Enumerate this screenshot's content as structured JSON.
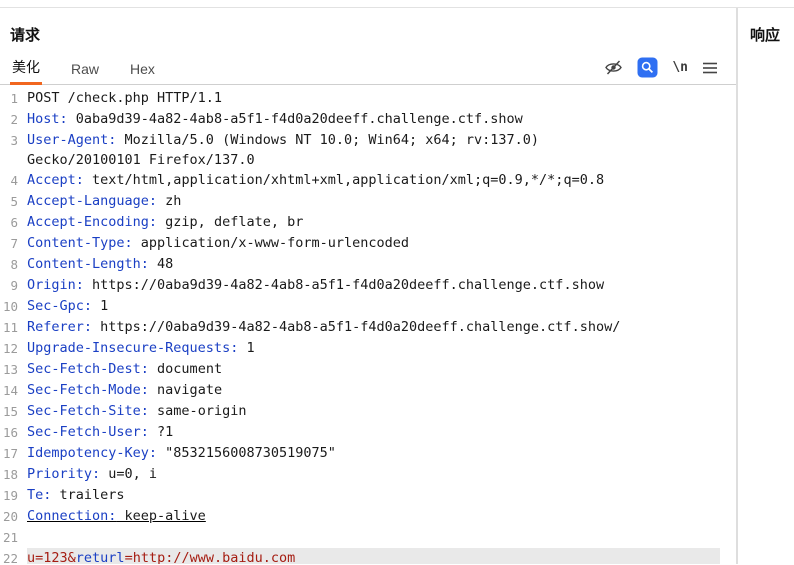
{
  "colors": {
    "accent_orange": "#f1661f",
    "header_name_blue": "#1a3fc4",
    "body_value_red": "#a51d12",
    "active_icon_blue": "#2f6ff2",
    "highlight_row_bg": "#e9e9e9"
  },
  "request": {
    "title": "请求"
  },
  "response": {
    "title": "响应"
  },
  "tabs": [
    {
      "label": "美化",
      "active": true
    },
    {
      "label": "Raw",
      "active": false
    },
    {
      "label": "Hex",
      "active": false
    }
  ],
  "toolbar": {
    "hide_icon": "eye-slash",
    "search_icon": "magnifier-in-blue-square",
    "newline_label": "\\n",
    "menu_icon": "hamburger"
  },
  "editor": {
    "lines": [
      {
        "num": "1",
        "segments": [
          {
            "c": "plain",
            "t": "POST /check.php HTTP/1.1"
          }
        ]
      },
      {
        "num": "2",
        "segments": [
          {
            "c": "name",
            "t": "Host:"
          },
          {
            "c": "plain",
            "t": " 0aba9d39-4a82-4ab8-a5f1-f4d0a20deeff.challenge.ctf.show"
          }
        ]
      },
      {
        "num": "3",
        "segments": [
          {
            "c": "name",
            "t": "User-Agent:"
          },
          {
            "c": "plain",
            "t": " Mozilla/5.0 (Windows NT 10.0; Win64; x64; rv:137.0)\nGecko/20100101 Firefox/137.0"
          }
        ]
      },
      {
        "num": "4",
        "segments": [
          {
            "c": "name",
            "t": "Accept:"
          },
          {
            "c": "plain",
            "t": " text/html,application/xhtml+xml,application/xml;q=0.9,*/*;q=0.8"
          }
        ]
      },
      {
        "num": "5",
        "segments": [
          {
            "c": "name",
            "t": "Accept-Language:"
          },
          {
            "c": "plain",
            "t": " zh"
          }
        ]
      },
      {
        "num": "6",
        "segments": [
          {
            "c": "name",
            "t": "Accept-Encoding:"
          },
          {
            "c": "plain",
            "t": " gzip, deflate, br"
          }
        ]
      },
      {
        "num": "7",
        "segments": [
          {
            "c": "name",
            "t": "Content-Type:"
          },
          {
            "c": "plain",
            "t": " application/x-www-form-urlencoded"
          }
        ]
      },
      {
        "num": "8",
        "segments": [
          {
            "c": "name",
            "t": "Content-Length:"
          },
          {
            "c": "plain",
            "t": " 48"
          }
        ]
      },
      {
        "num": "9",
        "segments": [
          {
            "c": "name",
            "t": "Origin:"
          },
          {
            "c": "plain",
            "t": " https://0aba9d39-4a82-4ab8-a5f1-f4d0a20deeff.challenge.ctf.show"
          }
        ]
      },
      {
        "num": "10",
        "segments": [
          {
            "c": "name",
            "t": "Sec-Gpc:"
          },
          {
            "c": "plain",
            "t": " 1"
          }
        ]
      },
      {
        "num": "11",
        "segments": [
          {
            "c": "name",
            "t": "Referer:"
          },
          {
            "c": "plain",
            "t": " https://0aba9d39-4a82-4ab8-a5f1-f4d0a20deeff.challenge.ctf.show/"
          }
        ]
      },
      {
        "num": "12",
        "segments": [
          {
            "c": "name",
            "t": "Upgrade-Insecure-Requests:"
          },
          {
            "c": "plain",
            "t": " 1"
          }
        ]
      },
      {
        "num": "13",
        "segments": [
          {
            "c": "name",
            "t": "Sec-Fetch-Dest:"
          },
          {
            "c": "plain",
            "t": " document"
          }
        ]
      },
      {
        "num": "14",
        "segments": [
          {
            "c": "name",
            "t": "Sec-Fetch-Mode:"
          },
          {
            "c": "plain",
            "t": " navigate"
          }
        ]
      },
      {
        "num": "15",
        "segments": [
          {
            "c": "name",
            "t": "Sec-Fetch-Site:"
          },
          {
            "c": "plain",
            "t": " same-origin"
          }
        ]
      },
      {
        "num": "16",
        "segments": [
          {
            "c": "name",
            "t": "Sec-Fetch-User:"
          },
          {
            "c": "plain",
            "t": " ?1"
          }
        ]
      },
      {
        "num": "17",
        "segments": [
          {
            "c": "name",
            "t": "Idempotency-Key:"
          },
          {
            "c": "plain",
            "t": " \"8532156008730519075\""
          }
        ]
      },
      {
        "num": "18",
        "segments": [
          {
            "c": "name",
            "t": "Priority:"
          },
          {
            "c": "plain",
            "t": " u=0, i"
          }
        ]
      },
      {
        "num": "19",
        "segments": [
          {
            "c": "name",
            "t": "Te:"
          },
          {
            "c": "plain",
            "t": " trailers"
          }
        ]
      },
      {
        "num": "20",
        "underline": true,
        "segments": [
          {
            "c": "name",
            "t": "Connection:"
          },
          {
            "c": "plain",
            "t": " keep-alive"
          }
        ]
      },
      {
        "num": "21",
        "segments": []
      },
      {
        "num": "22",
        "highlight": true,
        "segments": [
          {
            "c": "red",
            "t": "u=123&"
          },
          {
            "c": "name",
            "t": "returl"
          },
          {
            "c": "red",
            "t": "=http://www.baidu.com"
          }
        ]
      }
    ]
  }
}
